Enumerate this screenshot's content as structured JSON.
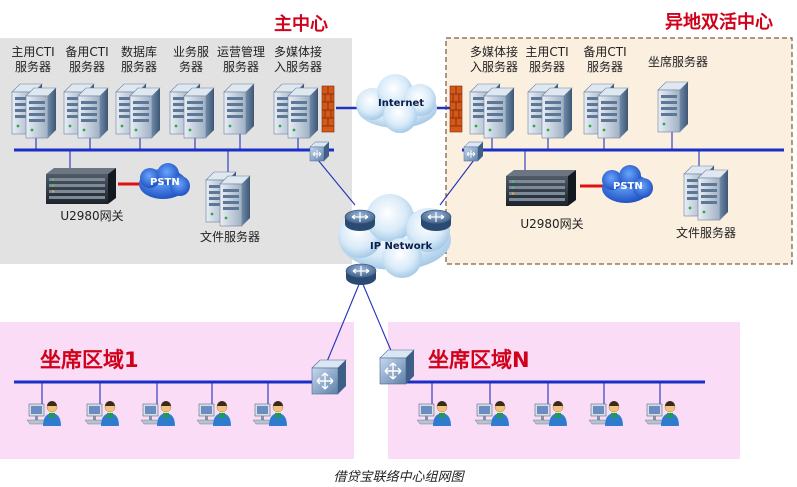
{
  "main_center": {
    "title": "主中心",
    "servers": [
      {
        "line1": "主用CTI",
        "line2": "服务器"
      },
      {
        "line1": "备用CTI",
        "line2": "服务器"
      },
      {
        "line1": "数据库",
        "line2": "服务器"
      },
      {
        "line1": "业务服",
        "line2": "务器"
      },
      {
        "line1": "运营管理",
        "line2": "服务器"
      },
      {
        "line1": "多媒体接",
        "line2": "入服务器"
      }
    ],
    "gateway": "U2980网关",
    "pstn": "PSTN",
    "file_server": "文件服务器"
  },
  "backup_center": {
    "title": "异地双活中心",
    "servers": [
      {
        "line1": "多媒体接",
        "line2": "入服务器"
      },
      {
        "line1": "主用CTI",
        "line2": "服务器"
      },
      {
        "line1": "备用CTI",
        "line2": "服务器"
      },
      {
        "line1": "坐席服务器",
        "line2": ""
      }
    ],
    "gateway": "U2980网关",
    "pstn": "PSTN",
    "file_server": "文件服务器"
  },
  "internet": "Internet",
  "ip_network": "IP Network",
  "zones": [
    {
      "title": "坐席区域1"
    },
    {
      "title": "坐席区域N"
    }
  ],
  "caption": "借贷宝联络中心组网图",
  "colors": {
    "main_bg": "#e2e2e2",
    "backup_bg": "#fbefe0",
    "zone_bg": "#fadcf7",
    "title_red": "#d0021b",
    "bus_blue": "#1a2fc8",
    "firewall": "#d4581a",
    "pstn_cloud": "#1e5fd8"
  }
}
